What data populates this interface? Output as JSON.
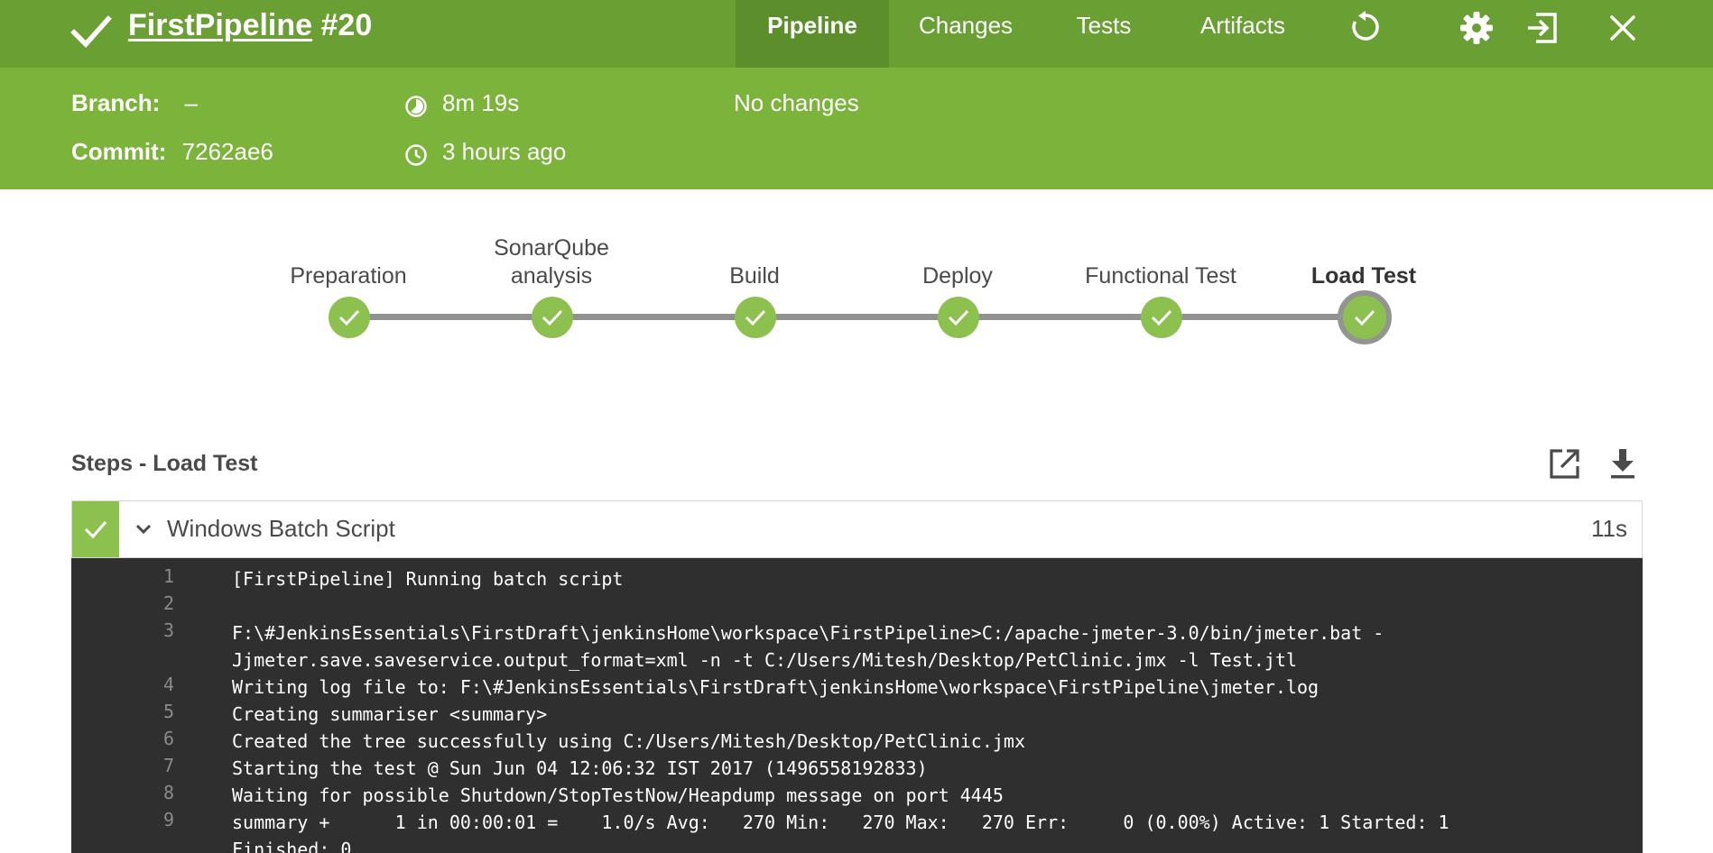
{
  "header": {
    "pipeline_name": "FirstPipeline",
    "run_number": "#20",
    "tabs": [
      {
        "label": "Pipeline",
        "active": true
      },
      {
        "label": "Changes",
        "active": false
      },
      {
        "label": "Tests",
        "active": false
      },
      {
        "label": "Artifacts",
        "active": false
      }
    ],
    "icons": [
      "replay-icon",
      "gear-icon",
      "exit-icon",
      "close-icon"
    ]
  },
  "run_info": {
    "branch_label": "Branch:",
    "branch_value": "–",
    "commit_label": "Commit:",
    "commit_value": "7262ae6",
    "duration": "8m 19s",
    "started": "3 hours ago",
    "changes": "No changes"
  },
  "stages": [
    {
      "label": "Preparation",
      "status": "success",
      "selected": false
    },
    {
      "label": "SonarQube analysis",
      "status": "success",
      "selected": false
    },
    {
      "label": "Build",
      "status": "success",
      "selected": false
    },
    {
      "label": "Deploy",
      "status": "success",
      "selected": false
    },
    {
      "label": "Functional Test",
      "status": "success",
      "selected": false
    },
    {
      "label": "Load Test",
      "status": "success",
      "selected": true
    }
  ],
  "steps": {
    "title": "Steps - Load Test",
    "items": [
      {
        "name": "Windows Batch Script",
        "duration": "11s",
        "status": "success"
      }
    ]
  },
  "log": [
    {
      "n": "1",
      "text": "[FirstPipeline] Running batch script"
    },
    {
      "n": "2",
      "text": ""
    },
    {
      "n": "3",
      "text": "F:\\#JenkinsEssentials\\FirstDraft\\jenkinsHome\\workspace\\FirstPipeline>C:/apache-jmeter-3.0/bin/jmeter.bat -\nJjmeter.save.saveservice.output_format=xml -n -t C:/Users/Mitesh/Desktop/PetClinic.jmx -l Test.jtl"
    },
    {
      "n": "4",
      "text": "Writing log file to: F:\\#JenkinsEssentials\\FirstDraft\\jenkinsHome\\workspace\\FirstPipeline\\jmeter.log"
    },
    {
      "n": "5",
      "text": "Creating summariser <summary>"
    },
    {
      "n": "6",
      "text": "Created the tree successfully using C:/Users/Mitesh/Desktop/PetClinic.jmx"
    },
    {
      "n": "7",
      "text": "Starting the test @ Sun Jun 04 12:06:32 IST 2017 (1496558192833)"
    },
    {
      "n": "8",
      "text": "Waiting for possible Shutdown/StopTestNow/Heapdump message on port 4445"
    },
    {
      "n": "9",
      "text": "summary +      1 in 00:00:01 =    1.0/s Avg:   270 Min:   270 Max:   270 Err:     0 (0.00%) Active: 1 Started: 1\nFinished: 0"
    }
  ],
  "colors": {
    "header_bg": "#6a9f34",
    "info_bg": "#7bb33b",
    "success": "#8cc04f",
    "console_bg": "#2f2f2f"
  }
}
